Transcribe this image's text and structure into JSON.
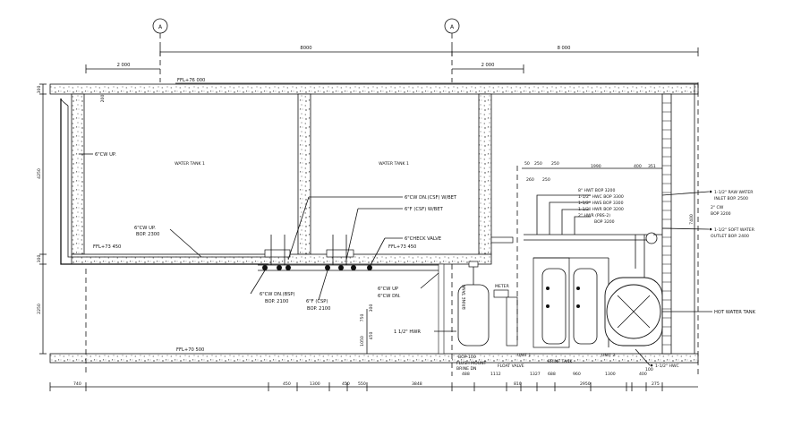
{
  "grid_bubbles": [
    "A",
    "A"
  ],
  "top_dims": {
    "d1": "8000",
    "d2": "8 000",
    "d3": "2 000",
    "d4": "2 000"
  },
  "levels": {
    "top": "FFL+76 000",
    "mid_left": "FFL+73 450",
    "mid_right": "FFL+73 450",
    "bottom": "FFL+70 500"
  },
  "left_dims": {
    "d1": "300",
    "d2": "200",
    "d3": "4250",
    "d4": "300",
    "d5": "2250"
  },
  "right_dims": {
    "d1": "7400"
  },
  "tanks": {
    "left": "WATER TANK 1",
    "right": "WATER TANK 1"
  },
  "labels": {
    "cw_up_left": "6\"CW UP.",
    "cw_up_b1": "6\"CW UP.",
    "cw_up_b2": "BOP. 2300",
    "cw_dn_bet": "6\"CW DN.(CSF) W/BET",
    "f_csf_bet": "6\"F (CSF) W/BET",
    "check_valve": "6\"CHECK VALVE",
    "cw_dn_bsp": "6\"CW DN.(BSP)",
    "cw_dn_bsp_bop": "BOP. 2100",
    "f_csp": "6\"F (CSP)",
    "f_csp_bop": "BOP. 2100",
    "cw_up2": "6\"CW UP",
    "cw_dn2": "6\"CW DN.",
    "hwr_112": "1 1/2\" HWR",
    "hwr_dim_a": "750",
    "hwr_dim_b": "300",
    "hwr_dim_c": "450",
    "hwr_dim_d": "1050",
    "hwt": "8\" HWT BOP 3200",
    "hwc": "1-1/2\" HWC BOP 3300",
    "hws": "1-1/2\" HWS BOP 3300",
    "hwr": "1-1/2\" HWR BOP 3200",
    "hwr_pbs": "2\" HWR (PBS-2)",
    "hwr_pbs_bop": "BOP 3200",
    "raw_water": "1-1/2\" RAW WATER",
    "raw_water_bop": "INLET BOP. 2500",
    "cw_right": "2\" CW",
    "cw_right_bop": "BOP 3200",
    "soft_water": "1-1/2\" SOFT WATER",
    "soft_water_bop": "OUTLET BOP. 2400",
    "hot_water_tank": "HOT WATER TANK",
    "hwc_bottom": "1-1/2\" HWC",
    "meter": "METER",
    "brine_tank_v": "BRINE TANK",
    "unit1": "UNIT 1",
    "unit2": "UNIT 2",
    "brine_tank": "BRINE TANK",
    "float_valve": "FLOAT VALVE",
    "flush_mount": "FLUSH MOUNT",
    "brine_dn": "BRINE DN",
    "dim_100": "BOP-100"
  },
  "right_top_dims": [
    "50",
    "250",
    "250",
    "1990",
    "400",
    "351"
  ],
  "right_top_dims2": [
    "260",
    "250"
  ],
  "bottom_dims": [
    "740",
    "450",
    "1300",
    "450",
    "550",
    "3848",
    "488",
    "1112",
    "810",
    "1327",
    "688",
    "960",
    "1300",
    "400",
    "2950",
    "275",
    "100"
  ]
}
